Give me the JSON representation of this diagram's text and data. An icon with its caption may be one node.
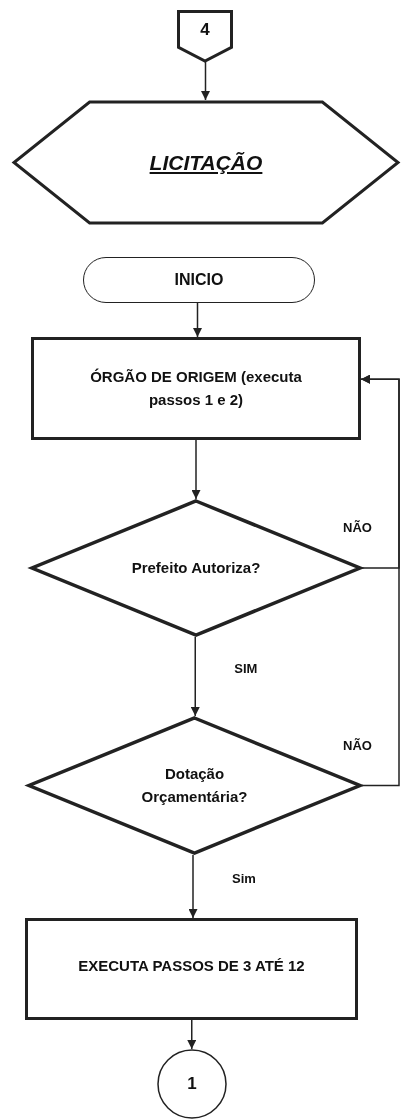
{
  "diagram": {
    "nodes": [
      {
        "text": [
          "4"
        ]
      },
      {
        "text": [
          "LICITAÇÃO"
        ]
      },
      {
        "text": [
          "INICIO"
        ]
      },
      {
        "text": [
          "ÓRGÃO DE ORIGEM (executa passos 1 e 2)"
        ]
      },
      {
        "text": [
          "Prefeito Autoriza?"
        ]
      },
      {
        "text": [
          "Dotação Orçamentária?"
        ]
      },
      {
        "text": [
          "EXECUTA PASSOS DE 3 ATÉ 12"
        ]
      },
      {
        "text": [
          "1"
        ]
      }
    ],
    "edges": [
      {
        "from": 0,
        "to": 1,
        "arrow": "to"
      },
      {
        "from": 2,
        "to": 3,
        "arrow": "to"
      },
      {
        "from": 3,
        "to": 4,
        "arrow": "to"
      },
      {
        "from": 4,
        "to": 3,
        "arrow": "to",
        "label": "NÃO"
      },
      {
        "from": 4,
        "to": 5,
        "arrow": "to",
        "label": "SIM"
      },
      {
        "from": 5,
        "to": 3,
        "arrow": "to",
        "label": "NÃO"
      },
      {
        "from": 5,
        "to": 6,
        "arrow": "to",
        "label": "Sim"
      },
      {
        "from": 6,
        "to": 7,
        "arrow": "to"
      }
    ]
  }
}
